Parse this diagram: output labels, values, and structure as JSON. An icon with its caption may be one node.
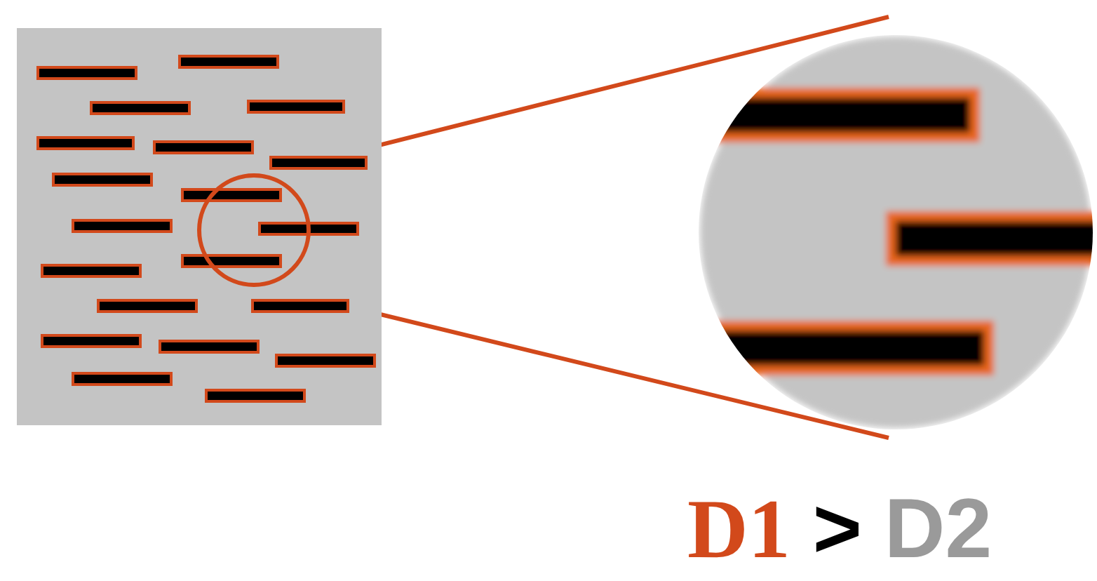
{
  "diagram": {
    "nodes": [
      {
        "text": [],
        "shape": "box"
      },
      {
        "text": [],
        "shape": "circle",
        "in": 0
      },
      {
        "text": [],
        "shape": "circle"
      }
    ],
    "edges": [
      {
        "from": 1,
        "to": 2,
        "arrow": "none"
      },
      {
        "from": 1,
        "to": 2,
        "arrow": "none"
      }
    ],
    "labels": [
      "D1",
      ">",
      "D2"
    ]
  }
}
